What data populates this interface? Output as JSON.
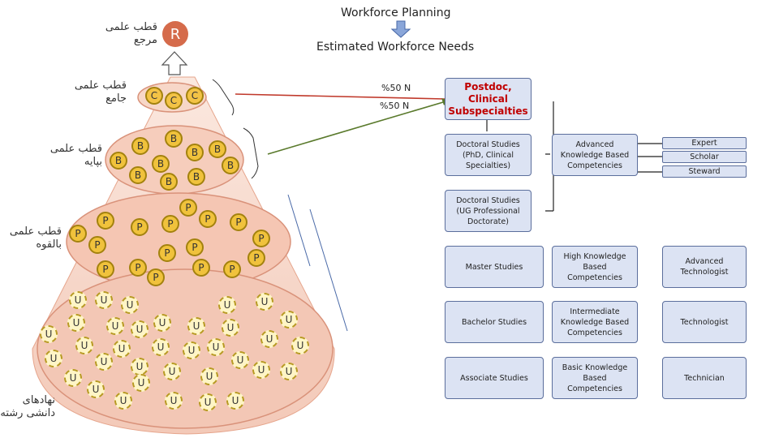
{
  "header": {
    "title": "Workforce Planning",
    "subtitle": "Estimated Workforce Needs"
  },
  "levels": {
    "R": {
      "badge": "R",
      "line1": "قطب علمی",
      "line2": "مرجع"
    },
    "C": {
      "badge": "C",
      "line1": "قطب علمی",
      "line2": "جامع"
    },
    "B": {
      "badge": "B",
      "line1": "قطب علمی",
      "line2": "بپایه"
    },
    "P": {
      "badge": "P",
      "line1": "قطب علمی",
      "line2": "بالقوه"
    },
    "U": {
      "badge": "U",
      "line1": "نهادهای",
      "line2": "دانشی رشته"
    }
  },
  "percents": [
    "%50 N",
    "%50 N"
  ],
  "ladder": [
    {
      "study": "Postdoc, Clinical Subspecialties",
      "knowledge": "",
      "role": ""
    },
    {
      "study": "Doctoral Studies (PhD, Clinical Specialties)",
      "knowledge": "Advanced Knowledge Based Competencies",
      "roles": [
        "Expert",
        "Scholar",
        "Steward"
      ]
    },
    {
      "study": "Doctoral Studies (UG Professional Doctorate)",
      "knowledge": "",
      "role": ""
    },
    {
      "study": "Master Studies",
      "knowledge": "High Knowledge Based Competencies",
      "role": "Advanced Technologist"
    },
    {
      "study": "Bachelor Studies",
      "knowledge": "Intermediate Knowledge Based Competencies",
      "role": "Technologist"
    },
    {
      "study": "Associate Studies",
      "knowledge": "Basic Knowledge Based Competencies",
      "role": "Technician"
    }
  ],
  "colors": {
    "box_fill": "#dce3f3",
    "box_border": "#5b6e9c",
    "highlight_text": "#c00000",
    "cone_fill": "#f6d9cc",
    "coin_fill": "#f0c23c",
    "arrow_red": "#c0392b",
    "arrow_green": "#5a7a2c"
  }
}
